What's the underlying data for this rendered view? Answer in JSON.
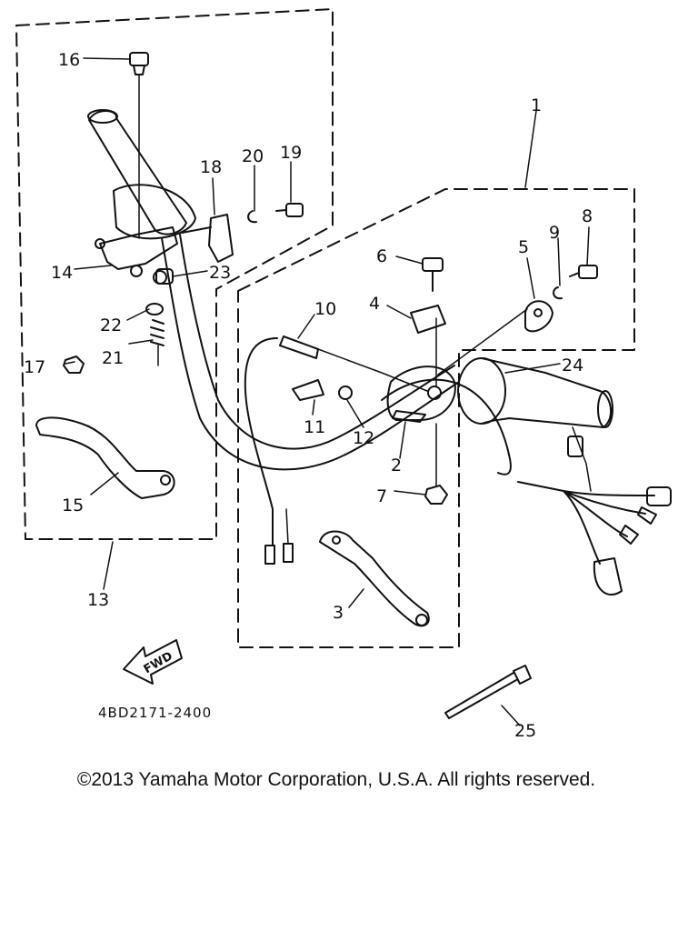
{
  "diagram": {
    "part_number": "4BD2171-2400",
    "fwd_label": "FWD",
    "callouts": {
      "c1": "1",
      "c2": "2",
      "c3": "3",
      "c4": "4",
      "c5": "5",
      "c6": "6",
      "c7": "7",
      "c8": "8",
      "c9": "9",
      "c10": "10",
      "c11": "11",
      "c12": "12",
      "c13": "13",
      "c14": "14",
      "c15": "15",
      "c16": "16",
      "c17": "17",
      "c18": "18",
      "c19": "19",
      "c20": "20",
      "c21": "21",
      "c22": "22",
      "c23": "23",
      "c24": "24",
      "c25": "25"
    }
  },
  "footer": {
    "copyright": "©2013 Yamaha Motor Corporation, U.S.A. All rights reserved."
  }
}
